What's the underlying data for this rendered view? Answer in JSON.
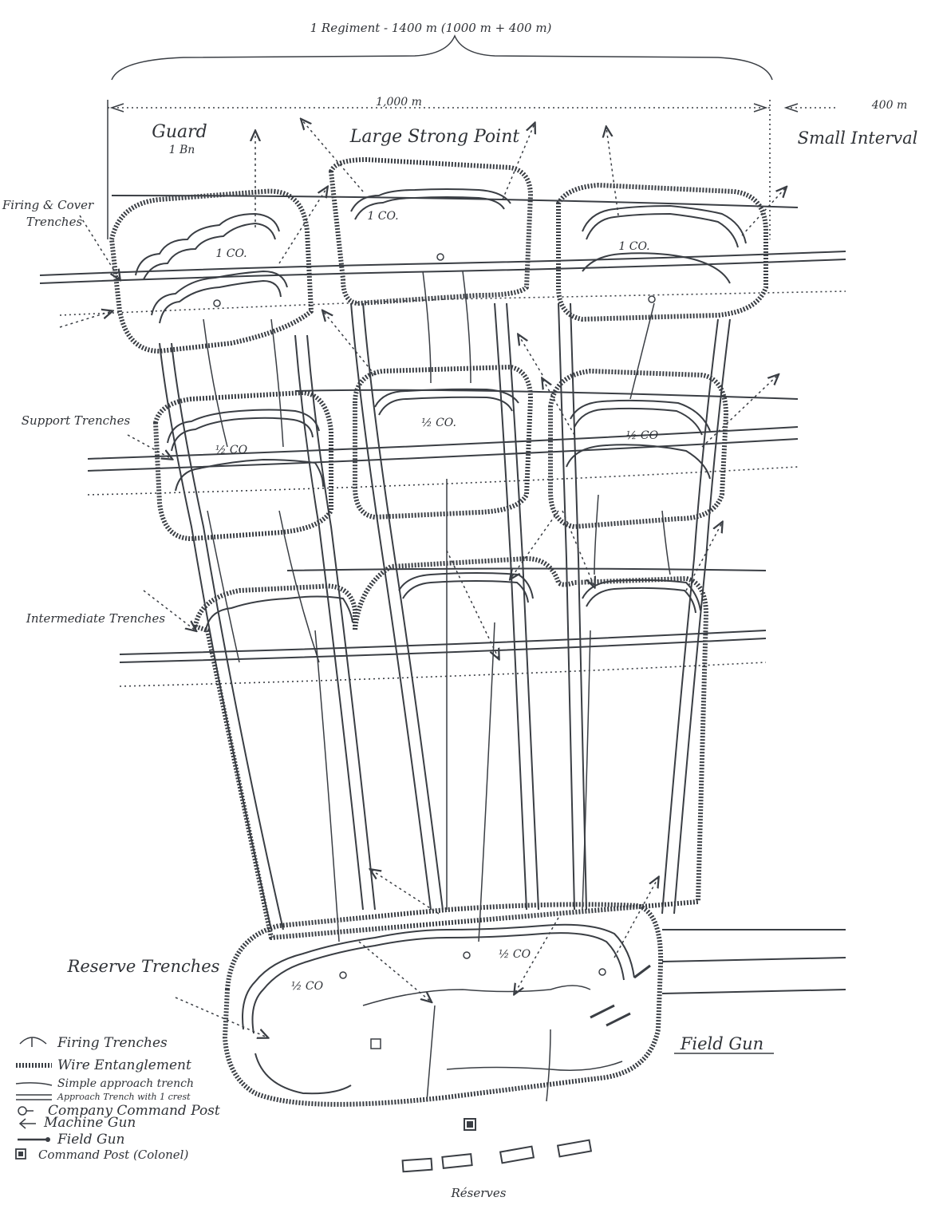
{
  "header": {
    "title": "1 Regiment - 1400 m (1000 m + 400 m)",
    "frontage": "1,000 m",
    "interval_width": "400 m"
  },
  "labels": {
    "guard": "Guard",
    "guard_sub": "1 Bn",
    "large_strong_point": "Large Strong Point",
    "small_interval": "Small Interval",
    "firing_cover_1": "Firing & Cover",
    "firing_cover_2": "Trenches",
    "support": "Support Trenches",
    "intermediate": "Intermediate Trenches",
    "reserve": "Reserve Trenches",
    "field_gun": "Field Gun",
    "reserves": "Réserves"
  },
  "units": {
    "co_left": "1 CO.",
    "co_center": "1 CO.",
    "co_right": "1 CO.",
    "half_left": "½ CO",
    "half_center": "½ CO.",
    "half_right": "½ CO",
    "reserve_left": "½ CO",
    "reserve_right": "½ CO"
  },
  "legend": {
    "items": [
      {
        "label": "Firing Trenches",
        "icon": "firing-trench-icon"
      },
      {
        "label": "Wire Entanglement",
        "icon": "wire-entanglement-icon"
      },
      {
        "label": "Simple approach trench",
        "icon": "simple-approach-trench-icon"
      },
      {
        "label": "Approach Trench with 1 crest",
        "icon": "approach-trench-crest-icon"
      },
      {
        "label": "Company Command Post",
        "icon": "company-command-post-icon"
      },
      {
        "label": "Machine Gun",
        "icon": "machine-gun-icon"
      },
      {
        "label": "Field Gun",
        "icon": "field-gun-icon"
      },
      {
        "label": "Command Post (Colonel)",
        "icon": "colonel-command-post-icon"
      }
    ]
  },
  "colors": {
    "ink": "#3a3e44",
    "paper": "#ffffff"
  }
}
